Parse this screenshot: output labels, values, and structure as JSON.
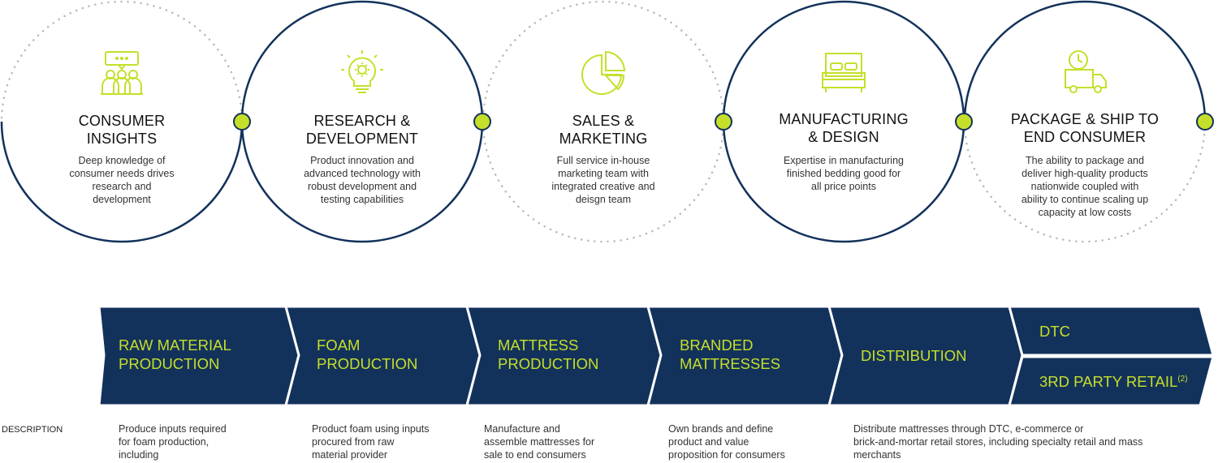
{
  "stages": [
    {
      "title1": "CONSUMER",
      "title2": "INSIGHTS",
      "desc": [
        "Deep knowledge of",
        "consumer needs drives",
        "research and",
        "development"
      ],
      "icon": "consumer-insights-icon"
    },
    {
      "title1": "RESEARCH &",
      "title2": "DEVELOPMENT",
      "desc": [
        "Product innovation and",
        "advanced technology with",
        "robust development and",
        "testing capabilities"
      ],
      "icon": "lightbulb-gear-icon"
    },
    {
      "title1": "SALES &",
      "title2": "MARKETING",
      "desc": [
        "Full service in-house",
        "marketing team with",
        "integrated creative and",
        "deisgn team"
      ],
      "icon": "pie-chart-icon"
    },
    {
      "title1": "MANUFACTURING",
      "title2": "& DESIGN",
      "desc": [
        "Expertise in manufacturing",
        "finished bedding good for",
        "all price points"
      ],
      "icon": "bed-icon"
    },
    {
      "title1": "PACKAGE & SHIP TO",
      "title2": "END CONSUMER",
      "desc": [
        "The ability to package and",
        "deliver high-quality products",
        "nationwide coupled with",
        "ability to continue scaling up",
        "capacity at low costs"
      ],
      "icon": "delivery-truck-icon"
    }
  ],
  "process": [
    {
      "line1": "RAW MATERIAL",
      "line2": "PRODUCTION"
    },
    {
      "line1": "FOAM",
      "line2": "PRODUCTION"
    },
    {
      "line1": "MATTRESS",
      "line2": "PRODUCTION"
    },
    {
      "line1": "BRANDED",
      "line2": "MATTRESSES"
    },
    {
      "line1": "DISTRIBUTION",
      "line2": ""
    }
  ],
  "channels": {
    "dtc": "DTC",
    "retail": "3RD PARTY RETAIL",
    "retail_note": "(2)"
  },
  "description_heading": "DESCRIPTION",
  "descriptions": [
    [
      "Produce inputs required",
      "for foam production,",
      "including"
    ],
    [
      "Product foam using inputs",
      "procured from raw",
      "material provider"
    ],
    [
      "Manufacture and",
      "assemble mattresses for",
      "sale to end consumers"
    ],
    [
      "Own brands and define",
      "product and value",
      "proposition for consumers"
    ],
    [
      "Distribute mattresses through DTC, e-commerce or",
      "brick-and-mortar retail stores, including specialty retail and mass",
      "merchants"
    ]
  ],
  "colors": {
    "navy": "#13325b",
    "accent": "#c6df2a",
    "dots": "#b8b8b8"
  }
}
